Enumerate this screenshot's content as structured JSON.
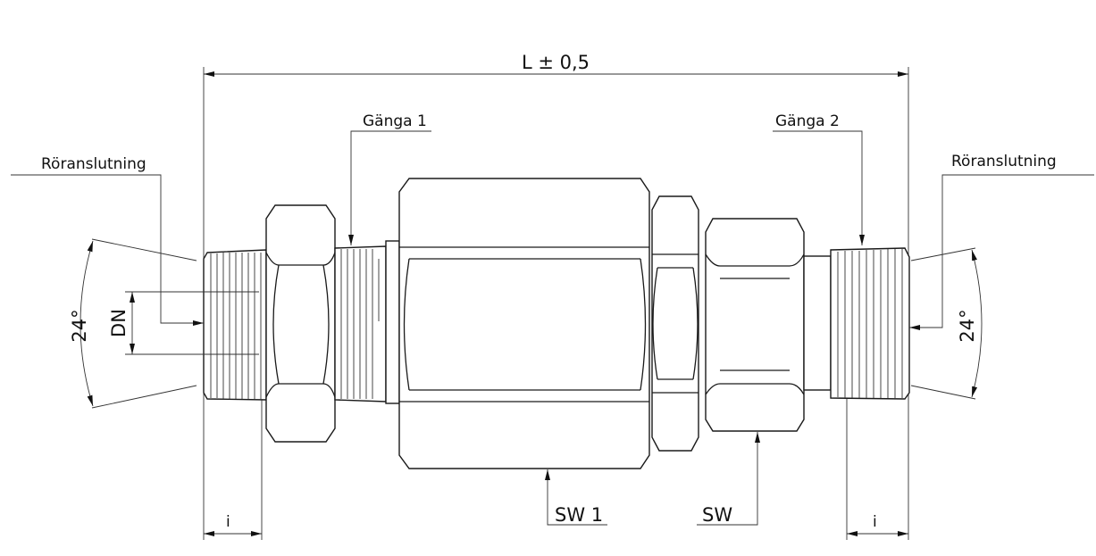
{
  "dimensions": {
    "length": "L ± 0,5",
    "angle_left": "24°",
    "angle_right": "24°",
    "nominal_diameter": "DN",
    "insertion_left": "i",
    "insertion_right": "i"
  },
  "labels": {
    "thread_1": "Gänga 1",
    "thread_2": "Gänga 2",
    "pipe_connection_left": "Röranslutning",
    "pipe_connection_right": "Röranslutning",
    "wrench_size_1": "SW 1",
    "wrench_size": "SW"
  }
}
